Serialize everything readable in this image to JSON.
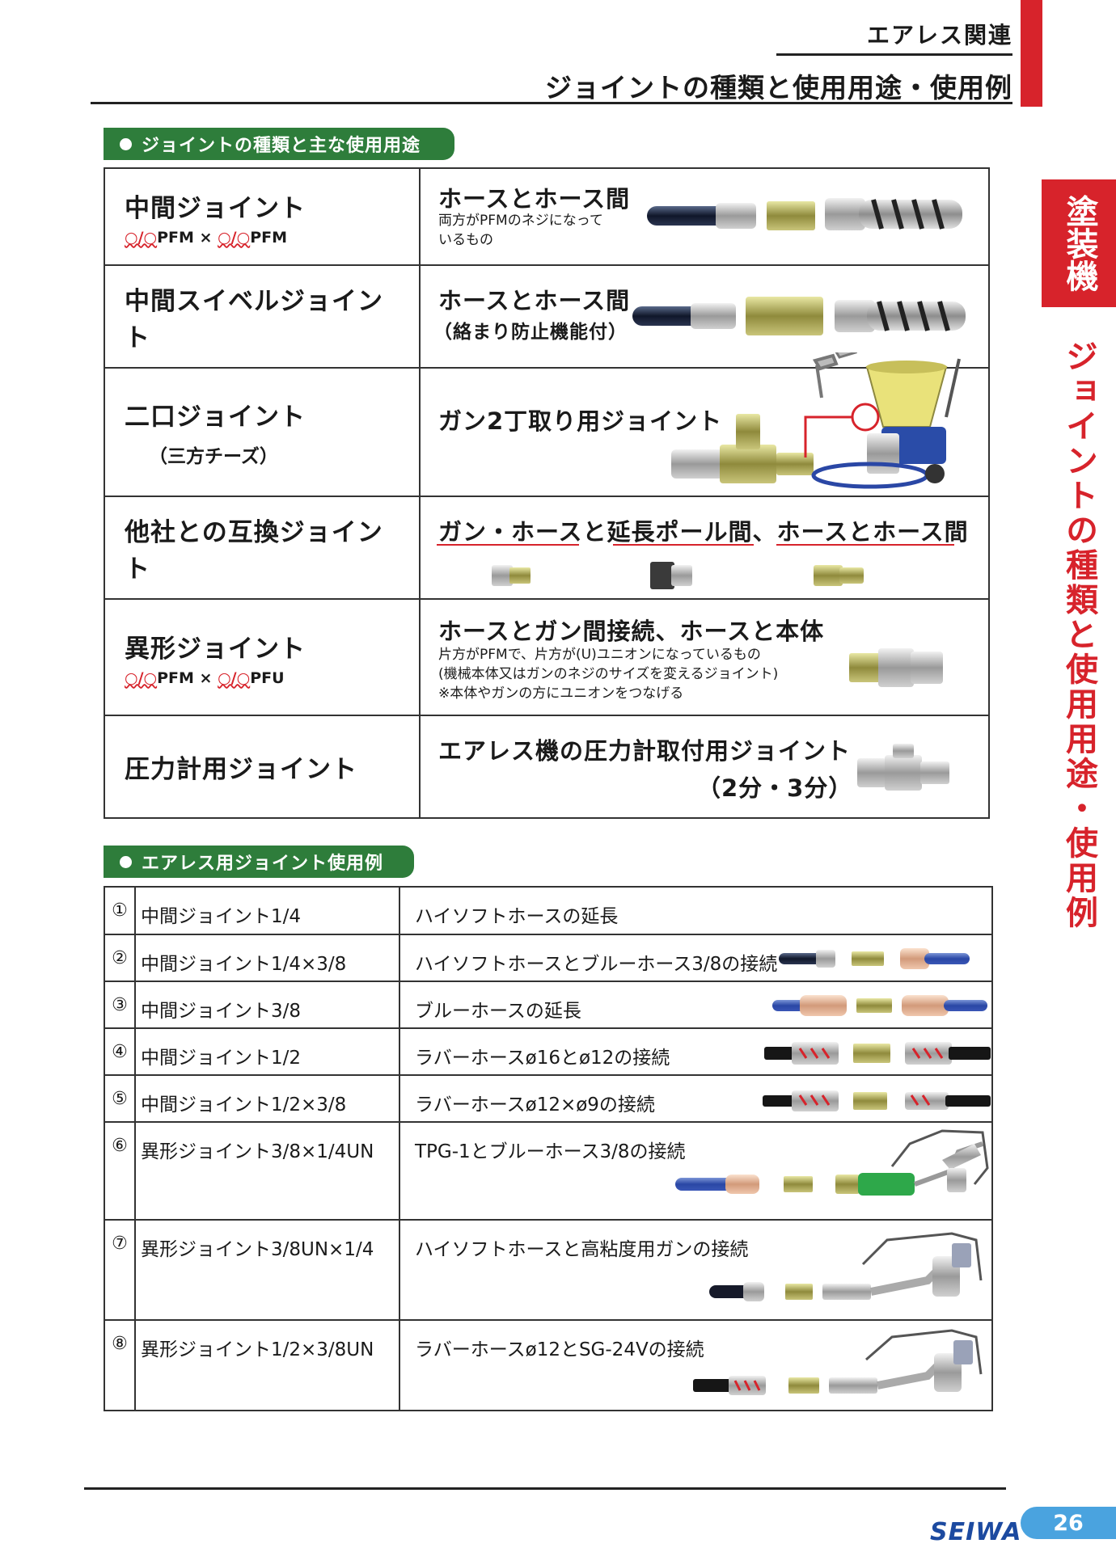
{
  "header": {
    "category": "エアレス関連",
    "title": "ジョイントの種類と使用用途・使用例"
  },
  "side": {
    "tab": "塗装機",
    "vertical": "ジョイントの種類と使用用途・使用例"
  },
  "section1": {
    "title": "ジョイントの種類と主な使用用途",
    "rows": [
      {
        "name": "中間ジョイント",
        "sub_a": "○/○",
        "sub_a_tail": "PFM",
        "sub_x": " × ",
        "sub_b": "○/○",
        "sub_b_tail": "PFM",
        "head": "ホースとホース間",
        "desc1": "両方がPFMのネジになって",
        "desc2": "いるもの"
      },
      {
        "name": "中間スイベルジョイント",
        "head": "ホースとホース間",
        "head2": "（絡まり防止機能付）"
      },
      {
        "name": "二口ジョイント",
        "sub": "（三方チーズ）",
        "head": "ガン2丁取り用ジョイント"
      },
      {
        "name": "他社との互換ジョイント",
        "head": "ガン・ホースと延長ポール間、ホースとホース間"
      },
      {
        "name": "異形ジョイント",
        "sub_a": "○/○",
        "sub_a_tail": "PFM",
        "sub_x": " × ",
        "sub_b": "○/○",
        "sub_b_tail": "PFU",
        "head": "ホースとガン間接続、ホースと本体",
        "desc1": "片方がPFMで、片方が(U)ユニオンになっているもの",
        "desc2": "(機械本体又はガンのネジのサイズを変えるジョイント)",
        "desc3": "※本体やガンの方にユニオンをつなげる"
      },
      {
        "name": "圧力計用ジョイント",
        "head": "エアレス機の圧力計取付用ジョイント",
        "head2": "（2分・3分）"
      }
    ]
  },
  "section2": {
    "title": "エアレス用ジョイント使用例",
    "rows": [
      {
        "no": "①",
        "name": "中間ジョイント1/4",
        "desc": "ハイソフトホースの延長"
      },
      {
        "no": "②",
        "name": "中間ジョイント1/4×3/8",
        "desc": "ハイソフトホースとブルーホース3/8の接続"
      },
      {
        "no": "③",
        "name": "中間ジョイント3/8",
        "desc": "ブルーホースの延長"
      },
      {
        "no": "④",
        "name": "中間ジョイント1/2",
        "desc": "ラバーホースø16とø12の接続"
      },
      {
        "no": "⑤",
        "name": "中間ジョイント1/2×3/8",
        "desc": "ラバーホースø12×ø9の接続"
      },
      {
        "no": "⑥",
        "name": "異形ジョイント3/8×1/4UN",
        "desc": "TPG-1とブルーホース3/8の接続"
      },
      {
        "no": "⑦",
        "name": "異形ジョイント3/8UN×1/4",
        "desc": "ハイソフトホースと高粘度用ガンの接続"
      },
      {
        "no": "⑧",
        "name": "異形ジョイント1/2×3/8UN",
        "desc": "ラバーホースø12とSG-24Vの接続"
      }
    ]
  },
  "footer": {
    "logo": "SEIWA",
    "page": "26"
  },
  "colors": {
    "accent_red": "#d7232b",
    "pill_green": "#2e7d3b",
    "page_blue": "#4aa3df",
    "logo_blue": "#1c4aa0"
  },
  "icons": [
    "hose-icon",
    "joint-icon",
    "spray-gun-icon",
    "pump-machine-icon",
    "gauge-joint-icon"
  ]
}
